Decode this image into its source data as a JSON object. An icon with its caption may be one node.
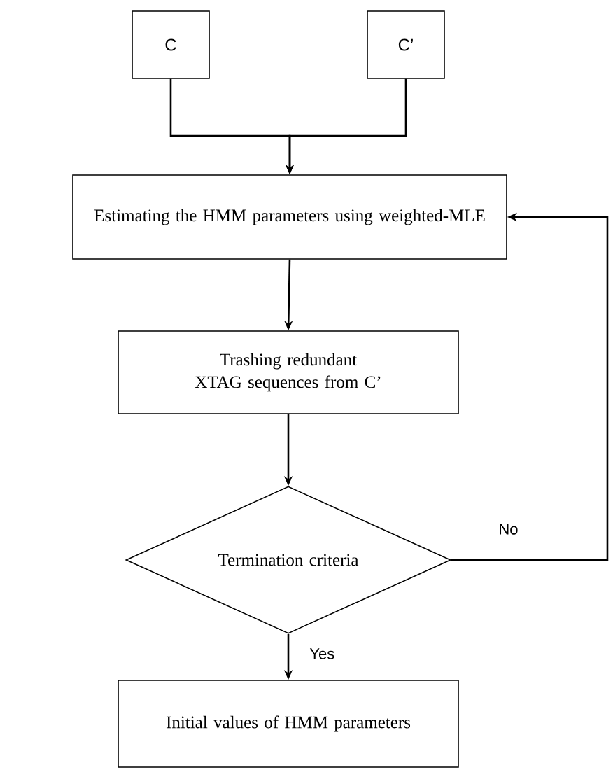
{
  "diagram": {
    "nodes": [
      {
        "text": [
          "C"
        ]
      },
      {
        "text": [
          "C’"
        ]
      },
      {
        "text": [
          "Estimating the HMM parameters using weighted-MLE"
        ]
      },
      {
        "text": [
          "Trashing redundant XTAG sequences from C’"
        ]
      },
      {
        "text": [
          "Termination criteria"
        ]
      },
      {
        "text": [
          "Initial values of HMM parameters"
        ]
      }
    ],
    "edges": [
      {
        "from": 0,
        "to": 2,
        "arrow": "to"
      },
      {
        "from": 1,
        "to": 2,
        "arrow": "to"
      },
      {
        "from": 2,
        "to": 3,
        "arrow": "to"
      },
      {
        "from": 3,
        "to": 4,
        "arrow": "to"
      },
      {
        "from": 4,
        "to": 5,
        "arrow": "to",
        "label": "Yes"
      },
      {
        "from": 4,
        "to": 2,
        "arrow": "to",
        "label": "No"
      }
    ]
  }
}
